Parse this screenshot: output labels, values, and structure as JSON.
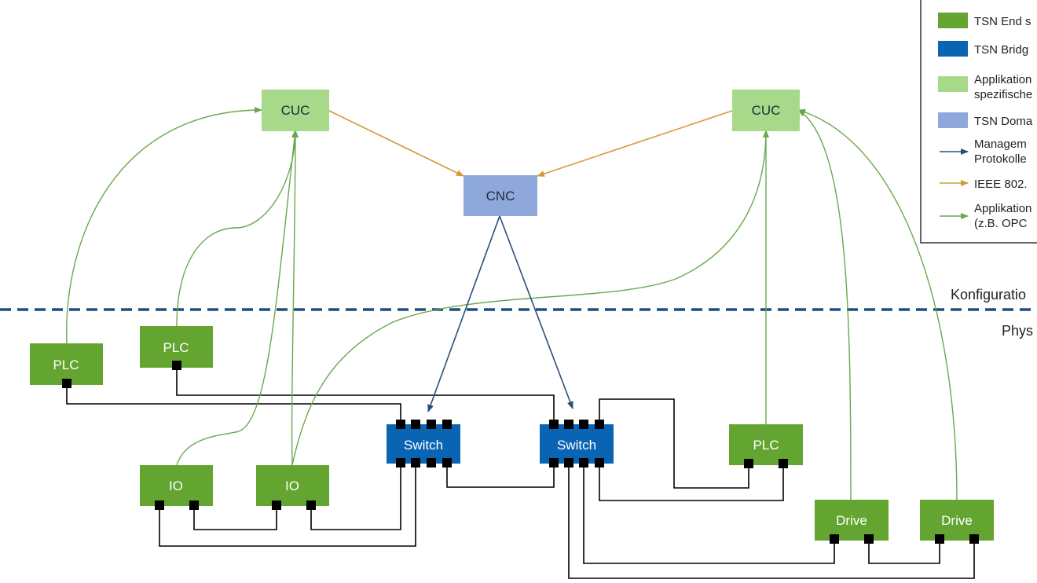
{
  "nodes": {
    "cuc_left": "CUC",
    "cuc_right": "CUC",
    "cnc": "CNC",
    "plc_1": "PLC",
    "plc_2": "PLC",
    "plc_3": "PLC",
    "io_1": "IO",
    "io_2": "IO",
    "switch_1": "Switch",
    "switch_2": "Switch",
    "drive_1": "Drive",
    "drive_2": "Drive"
  },
  "legend": {
    "end_station": "TSN End s",
    "bridge": "TSN Bridg",
    "application_l1": "Applikation",
    "application_l2": "spezifische",
    "domain": "TSN Doma",
    "management_l1": "Managem",
    "management_l2": "Protokolle",
    "ieee": "IEEE 802.",
    "app_protocol_l1": "Applikation",
    "app_protocol_l2": "(z.B. OPC"
  },
  "layers": {
    "config": "Konfiguratio",
    "physical": "Phys"
  },
  "colors": {
    "end_station": "#64a532",
    "bridge": "#0a64b4",
    "application": "#a8d98a",
    "domain": "#8fa8dc",
    "management_line": "#2c4f7a",
    "ieee_line": "#d49a3a",
    "app_line": "#6aa84f",
    "cable": "#000000",
    "divider": "#1f4e79"
  }
}
